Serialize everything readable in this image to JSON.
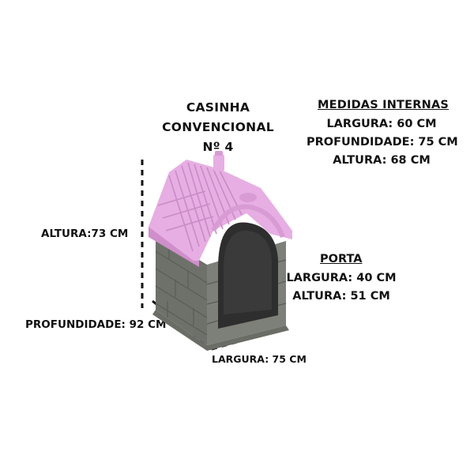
{
  "product": {
    "title_lines": [
      "CASINHA",
      "CONVENCIONAL",
      "Nº 4"
    ],
    "roof_color": "#e7aee3",
    "body_color": "#7d8078",
    "opening_color": "#2e2e2e"
  },
  "medidas_internas": {
    "heading": "MEDIDAS INTERNAS",
    "largura": "LARGURA: 60 CM",
    "profundidade": "PROFUNDIDADE: 75 CM",
    "altura": "ALTURA: 68 CM"
  },
  "porta": {
    "heading": "PORTA",
    "largura": "LARGURA: 40 CM",
    "altura": "ALTURA: 51 CM"
  },
  "external": {
    "altura": "ALTURA:73 CM",
    "profundidade": "PROFUNDIDADE: 92 CM",
    "largura": "LARGURA: 75 CM"
  }
}
